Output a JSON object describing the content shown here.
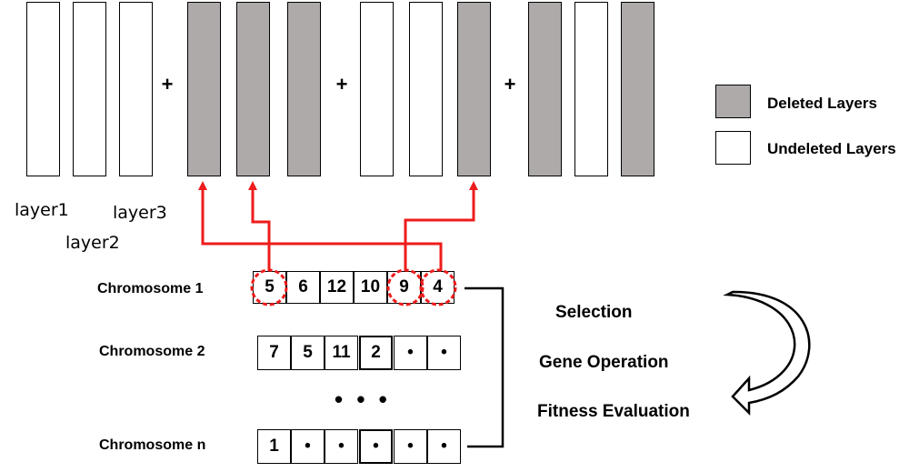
{
  "layers": [
    {
      "state": "undeleted"
    },
    {
      "state": "undeleted"
    },
    {
      "state": "undeleted"
    },
    {
      "state": "deleted"
    },
    {
      "state": "deleted"
    },
    {
      "state": "deleted"
    },
    {
      "state": "undeleted"
    },
    {
      "state": "undeleted"
    },
    {
      "state": "deleted"
    },
    {
      "state": "deleted"
    },
    {
      "state": "undeleted"
    },
    {
      "state": "deleted"
    }
  ],
  "plus_sign": "+",
  "layer_labels": {
    "layer1": "layer1",
    "layer2": "layer2",
    "layer3": "layer3"
  },
  "legend": {
    "deleted": "Deleted Layers",
    "undeleted": "Undeleted Layers",
    "deleted_color": "#aeaaaa",
    "undeleted_color": "#ffffff"
  },
  "chromosomes": [
    {
      "label": "Chromosome  1",
      "genes": [
        "5",
        "6",
        "12",
        "10",
        "9",
        "4"
      ]
    },
    {
      "label": "Chromosome  2",
      "genes": [
        "7",
        "5",
        "11",
        "2",
        "•",
        "•"
      ]
    },
    {
      "label": "Chromosome  n",
      "genes": [
        "1",
        "•",
        "•",
        "•",
        "•",
        "•"
      ]
    }
  ],
  "ellipsis": "• • •",
  "process_steps": {
    "selection": "Selection",
    "gene_operation": "Gene Operation",
    "fitness_evaluation": "Fitness Evaluation"
  },
  "colors": {
    "highlight": "#ee1c1c",
    "deleted": "#aeaaaa"
  }
}
